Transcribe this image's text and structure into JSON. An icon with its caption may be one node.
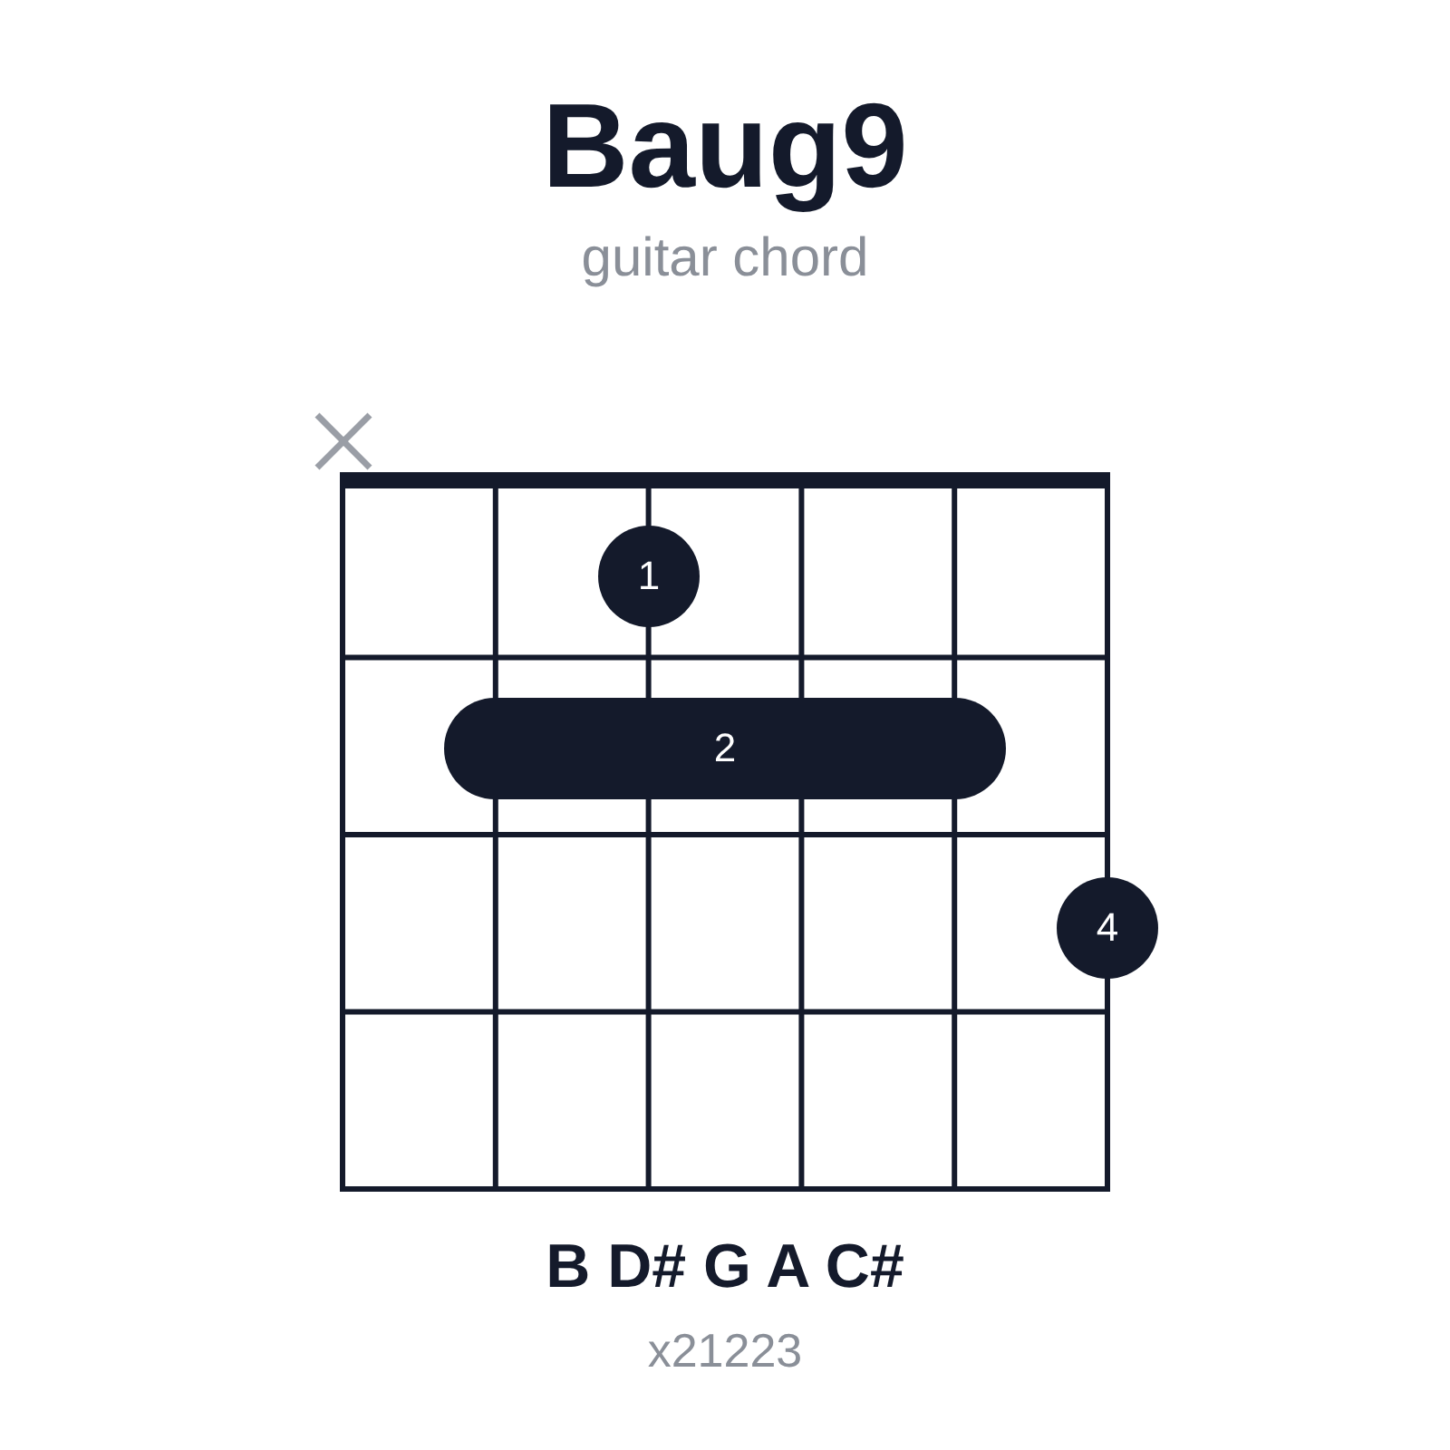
{
  "diagram": {
    "title": "Baug9",
    "nodes": [
      {
        "text": [
          "1"
        ]
      },
      {
        "text": [
          "2"
        ]
      },
      {
        "text": [
          "4"
        ]
      }
    ],
    "labels": [
      "guitar chord",
      "B D# G A C#",
      "x21223"
    ]
  }
}
